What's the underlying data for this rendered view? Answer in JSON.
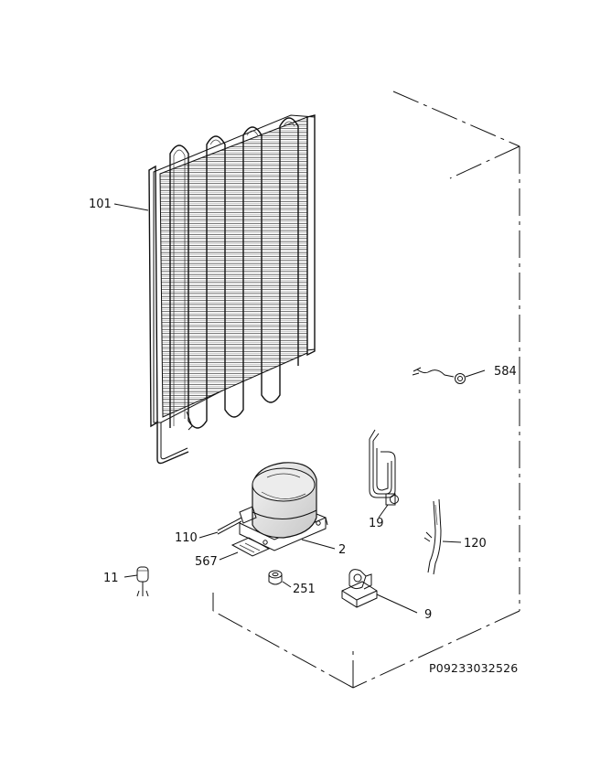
{
  "labels": {
    "p101": "101",
    "p584": "584",
    "p19": "19",
    "p110": "110",
    "p2": "2",
    "p120": "120",
    "p567": "567",
    "p11": "11",
    "p251": "251",
    "p9": "9"
  },
  "doc_code": "P09233032526"
}
